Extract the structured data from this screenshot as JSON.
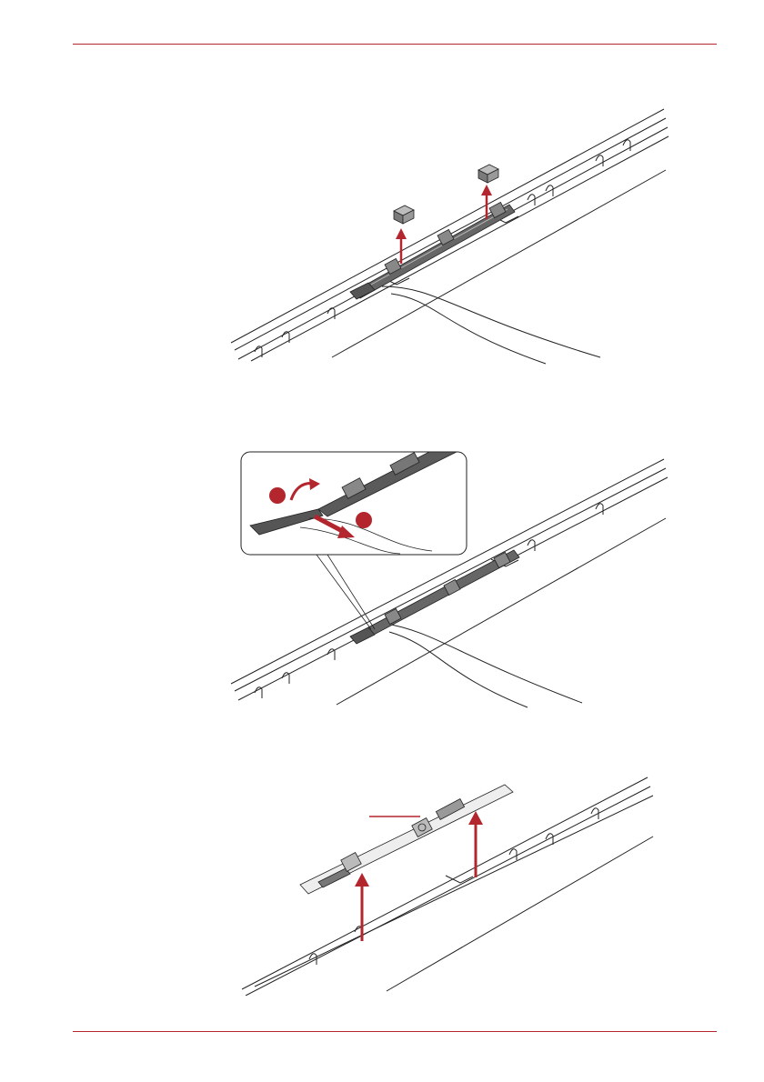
{
  "page": {
    "accent_color": "#b3262d",
    "line_color": "#222222",
    "part_fill": "#555555",
    "part_light": "#9a9a9a"
  },
  "figures": [
    {
      "id": "fig1",
      "icons": [
        "tape-piece-icon",
        "tape-piece-icon",
        "lift-arrow-icon",
        "lift-arrow-icon"
      ]
    },
    {
      "id": "fig2",
      "icons": [
        "step-1-circle-icon",
        "step-2-circle-icon",
        "curved-arrow-icon",
        "pull-arrow-icon"
      ]
    },
    {
      "id": "fig3",
      "icons": [
        "lift-arrow-icon",
        "lift-arrow-icon",
        "callout-leader-icon"
      ]
    }
  ]
}
